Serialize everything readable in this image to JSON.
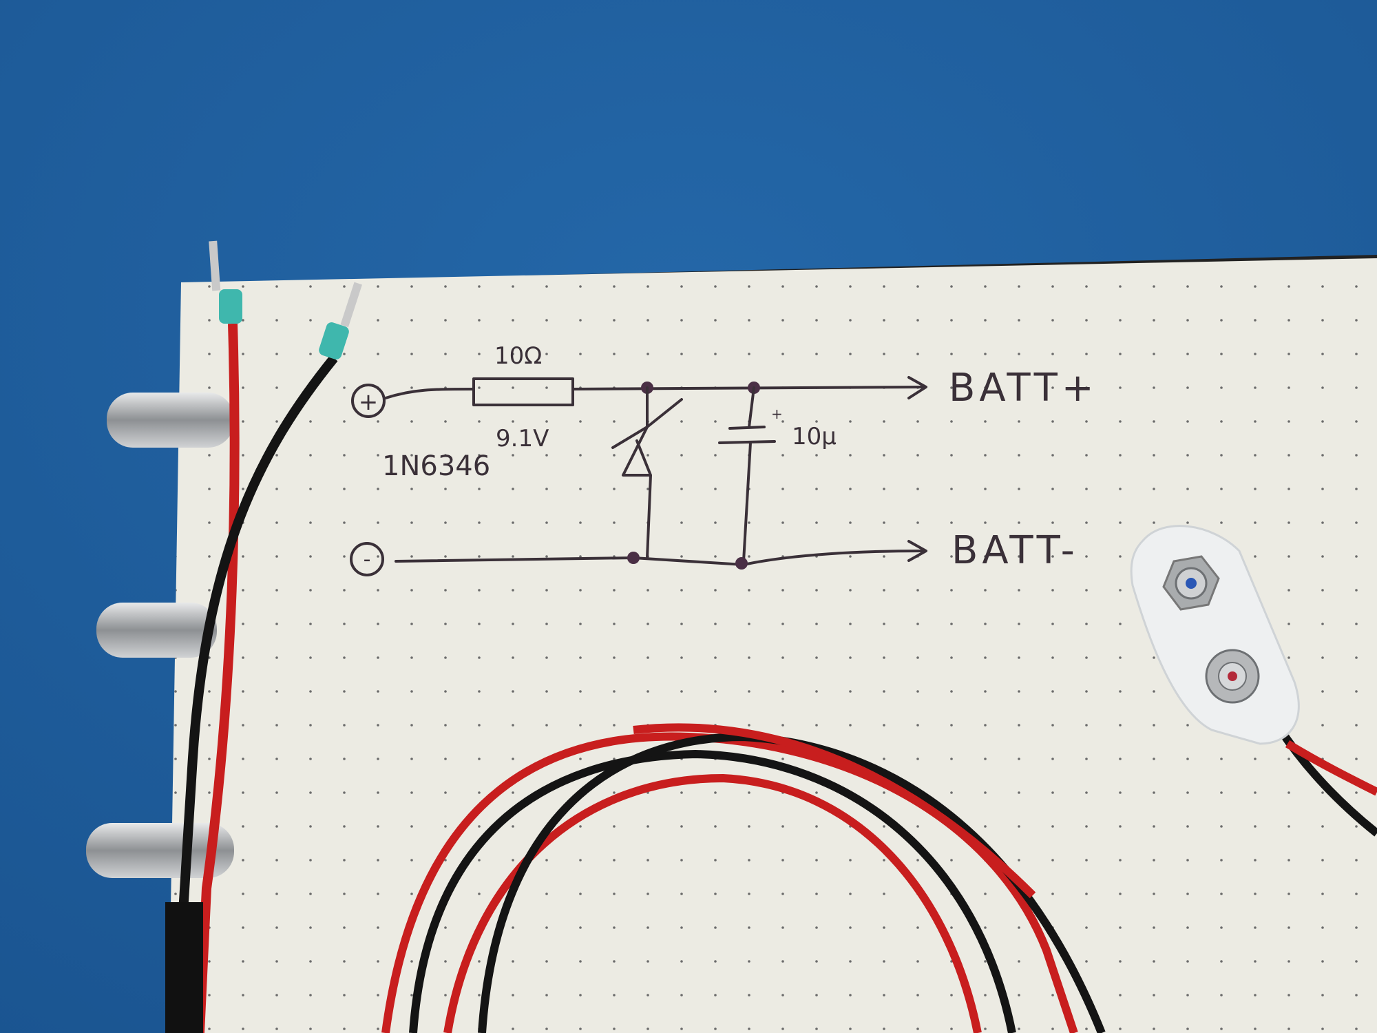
{
  "scene": {
    "description_labels": {
      "resistor_value": "10Ω",
      "zener_voltage": "9.1V",
      "zener_part": "1N6346",
      "capacitor_value": "10µ",
      "capacitor_polarity": "+",
      "input_positive": "+",
      "input_negative": "-",
      "output_positive": "BATT+",
      "output_negative": "BATT-"
    }
  },
  "colors": {
    "background": "#1f5f9e",
    "paper": "#ecebe3",
    "ink": "#3a3038",
    "wire_red": "#c81e1e",
    "wire_black": "#141414",
    "ferrule": "#3fb7ad",
    "metal": "#b8babd"
  }
}
